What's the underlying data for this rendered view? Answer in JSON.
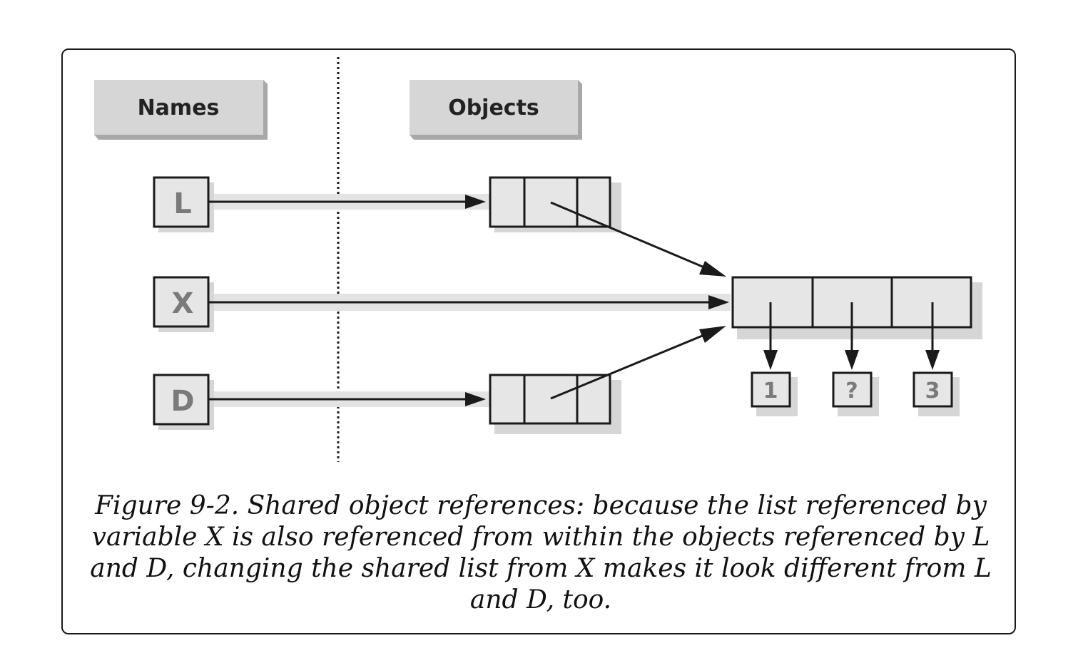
{
  "headers": {
    "names": "Names",
    "objects": "Objects"
  },
  "names": {
    "L": "L",
    "X": "X",
    "D": "D"
  },
  "values": [
    "1",
    "?",
    "3"
  ],
  "caption": "Figure 9-2. Shared object references: because the list referenced by variable X is also referenced from within the objects referenced by L and D, changing the shared list from X makes it look different from L and D, too.",
  "colors": {
    "box_fill": "#e6e6e6",
    "header_fill": "#d6d6d6",
    "shadow": "#d9d9d9",
    "stroke": "#1a1a1a",
    "label_gray": "#7a7a7a"
  }
}
